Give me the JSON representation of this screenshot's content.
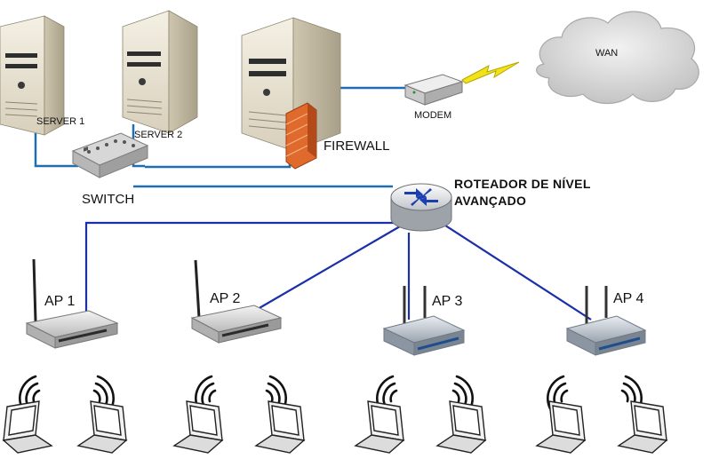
{
  "labels": {
    "server1": "SERVER 1",
    "server2": "SERVER 2",
    "switch": "SWITCH",
    "firewall": "FIREWALL",
    "modem": "MODEM",
    "wan": "WAN",
    "router_line1": "ROTEADOR DE NÍVEL",
    "router_line2": "AVANÇADO",
    "ap1": "AP 1",
    "ap2": "AP 2",
    "ap3": "AP 3",
    "ap4": "AP 4"
  },
  "colors": {
    "link": "#1f6fb0",
    "wireless_link": "#1a2fa8",
    "server_body": "#ece6d6",
    "firewall": "#e06a2c",
    "lightning": "#f2e21a",
    "cloud": "#d9d9d9"
  }
}
